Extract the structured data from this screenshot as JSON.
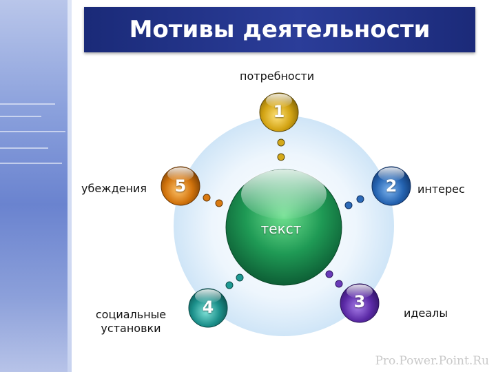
{
  "title": "Мотивы деятельности",
  "center_label": "текст",
  "nodes": [
    {
      "number": "1",
      "label": "потребности",
      "icon": "sphere-gold",
      "color": "#c79a10"
    },
    {
      "number": "2",
      "label": "интерес",
      "icon": "sphere-blue",
      "color": "#1f5fae"
    },
    {
      "number": "3",
      "label": "идеалы",
      "icon": "sphere-purple",
      "color": "#5b2aa6"
    },
    {
      "number": "4",
      "label_lines": [
        "социальные",
        "установки"
      ],
      "icon": "sphere-teal",
      "color": "#1b8f8a"
    },
    {
      "number": "5",
      "label": "убеждения",
      "icon": "sphere-orange",
      "color": "#c76a08"
    }
  ],
  "colors": {
    "title_bar": "#22338a",
    "center_sphere": "#1f9a55",
    "halo": "#cfe5f7"
  },
  "watermark": "Pro.Power.Point.Ru"
}
